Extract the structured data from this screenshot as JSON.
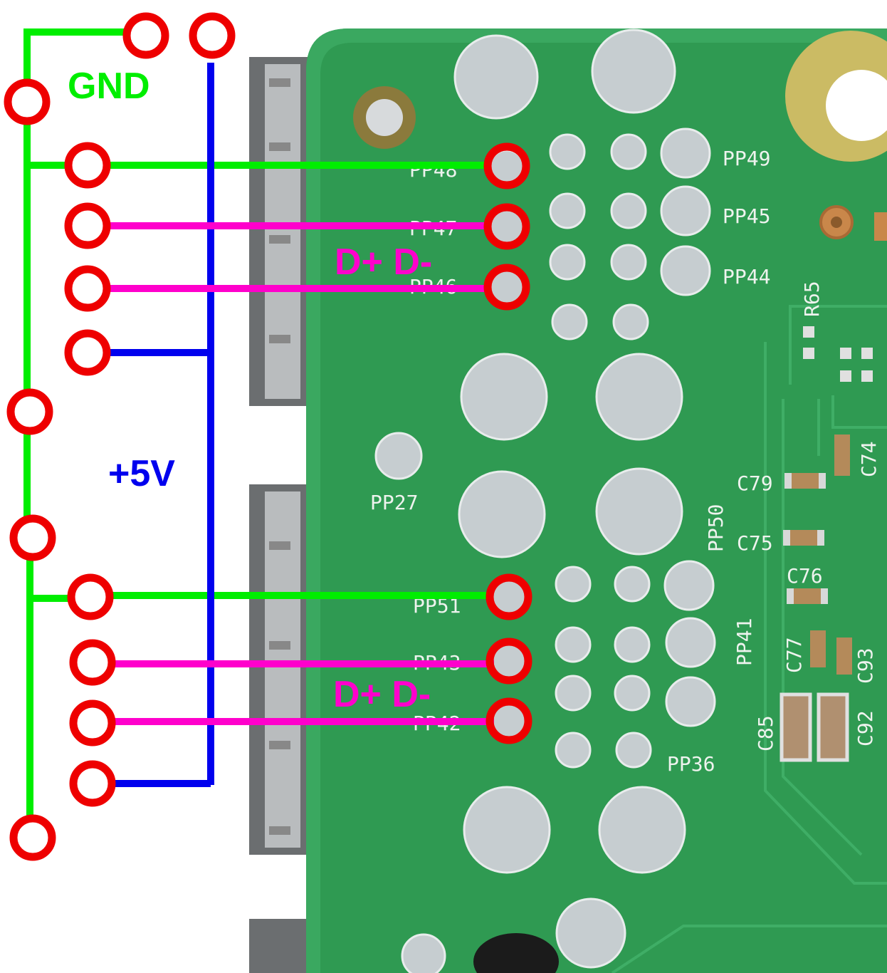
{
  "labels": {
    "gnd": "GND",
    "vcc": "+5V",
    "dpair_top": "D+ D-",
    "dpair_bottom": "D+ D-"
  },
  "silkscreen": {
    "pp48": "PP48",
    "pp47": "PP47",
    "pp46": "PP46",
    "pp49": "PP49",
    "pp45": "PP45",
    "pp44": "PP44",
    "r65": "R65",
    "pp27": "PP27",
    "pp50": "PP50",
    "c79": "C79",
    "c75": "C75",
    "c74": "C74",
    "c76": "C76",
    "pp51": "PP51",
    "pp43": "PP43",
    "pp42": "PP42",
    "pp41": "PP41",
    "c77": "C77",
    "c93": "C93",
    "c85": "C85",
    "c92": "C92",
    "pp36": "PP36"
  },
  "colors": {
    "ground_wire": "#00ee00",
    "power_wire": "#0000ee",
    "data_wire": "#ff00cc",
    "pad_ring": "#ee0000",
    "pcb": "#2f9a52",
    "solder": "#c6cdd0"
  }
}
